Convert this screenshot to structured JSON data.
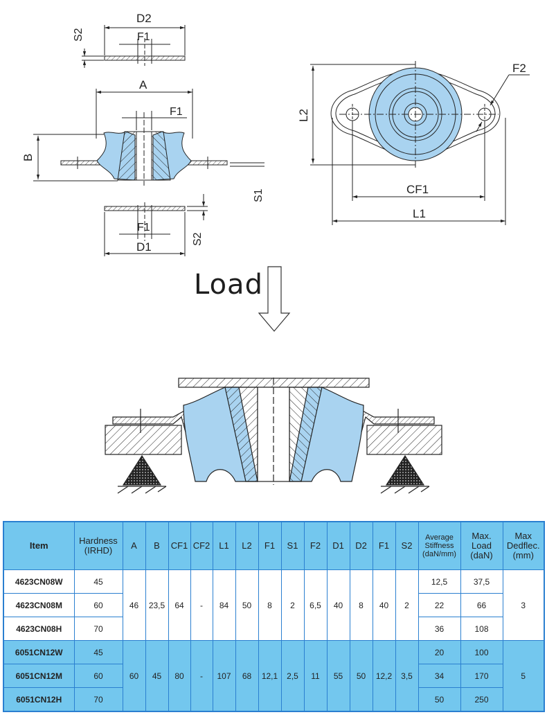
{
  "drawing": {
    "labels": {
      "d2": "D2",
      "s2_top": "S2",
      "f1_top": "F1",
      "a": "A",
      "f1_mid": "F1",
      "b": "B",
      "s1": "S1",
      "f1_bot": "F1",
      "d1": "D1",
      "s2_bot": "S2",
      "f2": "F2",
      "l2": "L2",
      "cf1": "CF1",
      "l1": "L1"
    },
    "load_label": "Load",
    "colors": {
      "rubber": "#a9d3f0",
      "rubber_dark": "#5aa6dd",
      "line": "#222222"
    }
  },
  "table": {
    "headers": {
      "item": "Item",
      "hardness": [
        "Hardness",
        "(IRHD)"
      ],
      "a": "A",
      "b": "B",
      "cf1": "CF1",
      "cf2": "CF2",
      "l1": "L1",
      "l2": "L2",
      "f1": "F1",
      "s1": "S1",
      "f2": "F2",
      "d1": "D1",
      "d2": "D2",
      "f1b": "F1",
      "s2": "S2",
      "stiffness": [
        "Average",
        "Stiffness",
        "(daN/mm)"
      ],
      "maxload": [
        "Max.",
        "Load",
        "(daN)"
      ],
      "maxdefl": [
        "Max",
        "Dedflec.",
        "(mm)"
      ]
    },
    "group1": {
      "rows": [
        {
          "item": "4623CN08W",
          "hardness": "45",
          "stiffness": "12,5",
          "load": "37,5"
        },
        {
          "item": "4623CN08M",
          "hardness": "60",
          "stiffness": "22",
          "load": "66"
        },
        {
          "item": "4623CN08H",
          "hardness": "70",
          "stiffness": "36",
          "load": "108"
        }
      ],
      "shared": {
        "a": "46",
        "b": "23,5",
        "cf1": "64",
        "cf2": "-",
        "l1": "84",
        "l2": "50",
        "f1": "8",
        "s1": "2",
        "f2": "6,5",
        "d1": "40",
        "d2": "8",
        "f1b": "40",
        "s2": "2",
        "defl": "3"
      }
    },
    "group2": {
      "rows": [
        {
          "item": "6051CN12W",
          "hardness": "45",
          "stiffness": "20",
          "load": "100"
        },
        {
          "item": "6051CN12M",
          "hardness": "60",
          "stiffness": "34",
          "load": "170"
        },
        {
          "item": "6051CN12H",
          "hardness": "70",
          "stiffness": "50",
          "load": "250"
        }
      ],
      "shared": {
        "a": "60",
        "b": "45",
        "cf1": "80",
        "cf2": "-",
        "l1": "107",
        "l2": "68",
        "f1": "12,1",
        "s1": "2,5",
        "f2": "11",
        "d1": "55",
        "d2": "50",
        "f1b": "12,2",
        "s2": "3,5",
        "defl": "5"
      }
    }
  }
}
